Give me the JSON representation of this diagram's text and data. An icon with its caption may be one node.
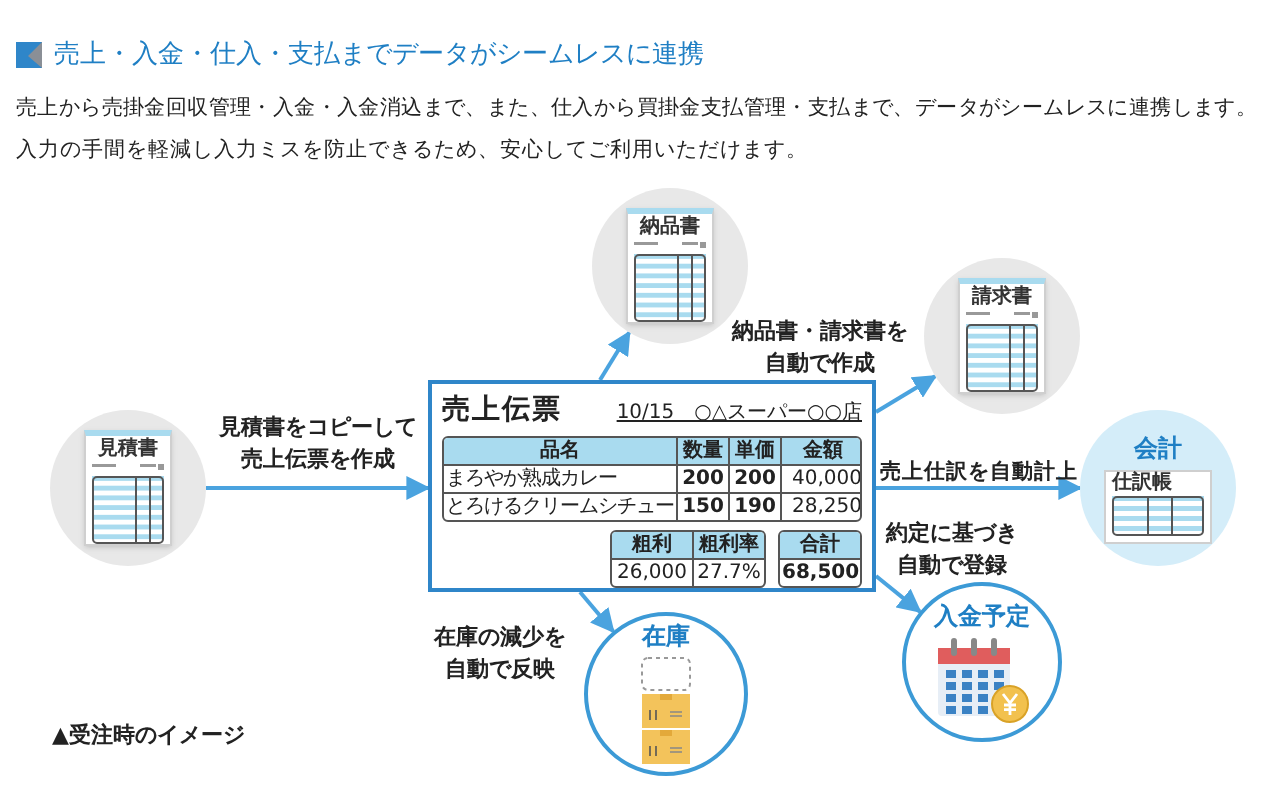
{
  "diagram": {
    "title": "売上・入金・仕入・支払までデータがシームレスに連携",
    "caption": "▲受注時のイメージ",
    "nodes": [
      {
        "text": [
          "見積書"
        ]
      },
      {
        "text": [
          "売上伝票",
          "10/15　○△スーパー○○店"
        ]
      },
      {
        "text": [
          "納品書"
        ]
      },
      {
        "text": [
          "請求書"
        ]
      },
      {
        "text": [
          "会計",
          "仕訳帳"
        ]
      },
      {
        "text": [
          "入金予定"
        ]
      },
      {
        "text": [
          "在庫"
        ]
      }
    ],
    "edges": [
      {
        "from": 0,
        "to": 1,
        "arrow": "to",
        "label": "見積書をコピーして売上伝票を作成"
      },
      {
        "from": 1,
        "to": 2,
        "arrow": "to"
      },
      {
        "from": 1,
        "to": 3,
        "arrow": "to",
        "label": "納品書・請求書を自動で作成"
      },
      {
        "from": 1,
        "to": 4,
        "arrow": "to",
        "label": "売上仕訳を自動計上"
      },
      {
        "from": 1,
        "to": 5,
        "arrow": "to",
        "label": "約定に基づき自動で登録"
      },
      {
        "from": 1,
        "to": 6,
        "arrow": "to",
        "label": "在庫の減少を自動で反映"
      }
    ],
    "labels": [
      "売上から売掛金回収管理・入金・入金消込まで、また、仕入から買掛金支払管理・支払まで、データがシームレスに連携します。",
      "入力の手間を軽減し入力ミスを防止できるため、安心してご利用いただけます。",
      "品名",
      "数量",
      "単価",
      "金額",
      "まろやか熟成カレー",
      "200",
      "200",
      "40,000",
      "とろけるクリームシチュー",
      "150",
      "190",
      "28,250",
      "粗利",
      "粗利率",
      "合計",
      "26,000",
      "27.7%",
      "68,500"
    ]
  }
}
